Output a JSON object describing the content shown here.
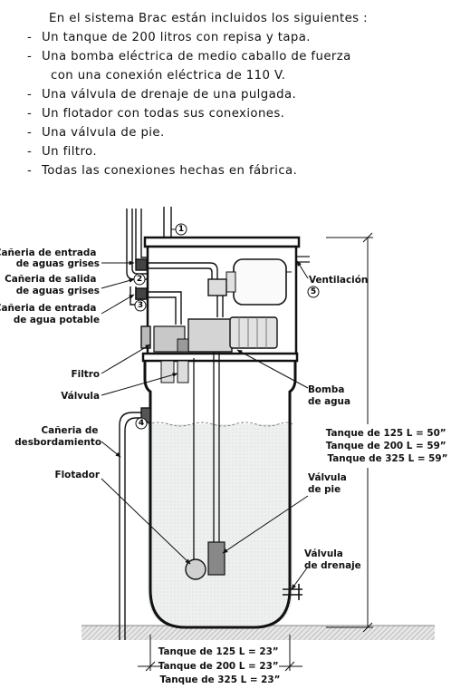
{
  "intro": {
    "heading": "En el sistema Brac están incluidos los siguientes :",
    "items": [
      "Un tanque de 200 litros con repisa y tapa.",
      "Una bomba eléctrica de medio caballo de fuerza",
      "con una conexión eléctrica de 110 V.",
      "Una válvula de drenaje de una pulgada.",
      "Un flotador con todas sus conexiones.",
      "Una válvula de pie.",
      "Un filtro.",
      "Todas las conexiones hechas en fábrica."
    ]
  },
  "labels": {
    "entrada_grises": [
      "Cañeria de entrada",
      "de aguas grises"
    ],
    "salida_grises": [
      "Cañeria de salida",
      "de aguas grises"
    ],
    "entrada_potable": [
      "Cañeria de entrada",
      "de agua potable"
    ],
    "filtro": "Filtro",
    "valvula": "Válvula",
    "desbordamiento": [
      "Cañeria de",
      "desbordamiento"
    ],
    "flotador": "Flotador",
    "ventilacion": "Ventilación",
    "bomba": [
      "Bomba",
      "de agua"
    ],
    "valvula_pie": [
      "Válvula",
      "de pie"
    ],
    "valvula_drenaje": [
      "Válvula",
      "de drenaje"
    ]
  },
  "numbers": [
    "1",
    "2",
    "3",
    "4",
    "5"
  ],
  "heights": [
    "Tanque de 125 L = 50”",
    "Tanque de 200 L = 59”",
    "Tanque de 325 L = 59”"
  ],
  "widths": [
    "Tanque de 125 L = 23”",
    "Tanque de 200 L = 23”",
    "Tanque de 325 L = 23”"
  ]
}
